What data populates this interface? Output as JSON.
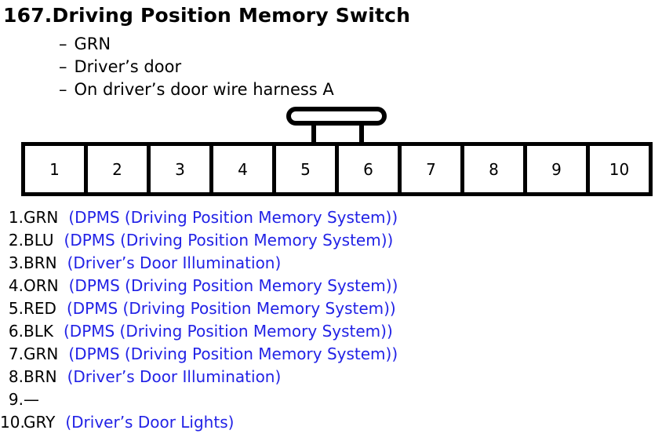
{
  "colors": {
    "text": "#000000",
    "description_blue": "#2222e6",
    "background": "#ffffff",
    "diagram_line": "#000000"
  },
  "title": "167.Driving Position Memory Switch",
  "bullet_dash": "–",
  "notes": [
    {
      "text": "GRN"
    },
    {
      "text": "Driver’s door"
    },
    {
      "text": "On driver’s door wire harness A"
    }
  ],
  "connector": {
    "pins": [
      "1",
      "2",
      "3",
      "4",
      "5",
      "6",
      "7",
      "8",
      "9",
      "10"
    ]
  },
  "pin_list": [
    {
      "label": "1.",
      "code": "GRN",
      "desc": "(DPMS (Driving Position Memory System))"
    },
    {
      "label": "2.",
      "code": "BLU",
      "desc": "(DPMS (Driving Position Memory System))"
    },
    {
      "label": "3.",
      "code": "BRN",
      "desc": "(Driver’s Door Illumination)"
    },
    {
      "label": "4.",
      "code": "ORN",
      "desc": "(DPMS (Driving Position Memory System))"
    },
    {
      "label": "5.",
      "code": "RED",
      "desc": "(DPMS (Driving Position Memory System))"
    },
    {
      "label": "6.",
      "code": "BLK",
      "desc": "(DPMS (Driving Position Memory System))"
    },
    {
      "label": "7.",
      "code": "GRN",
      "desc": "(DPMS (Driving Position Memory System))"
    },
    {
      "label": "8.",
      "code": "BRN",
      "desc": "(Driver’s Door Illumination)"
    },
    {
      "label": "9.",
      "code": "—",
      "desc": ""
    },
    {
      "label": "10.",
      "code": "GRY",
      "desc": "(Driver’s Door Lights)"
    }
  ]
}
